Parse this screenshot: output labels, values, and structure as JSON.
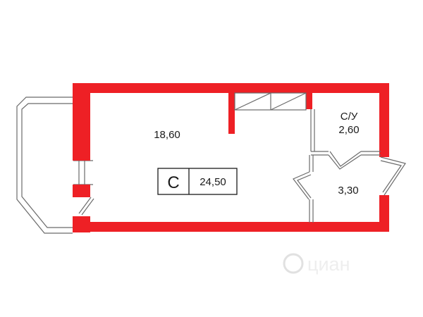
{
  "colors": {
    "wall": "#ee2025",
    "thin_line": "#6b6b6b",
    "text": "#1a1a1a",
    "watermark": "#c9c9c9"
  },
  "rooms": {
    "main_room_area": "18,60",
    "bathroom_label": "С/У",
    "bathroom_area": "2,60",
    "hallway_area": "3,30"
  },
  "apartment": {
    "type_letter": "С",
    "total_area": "24,50"
  },
  "watermark": {
    "text": "циан"
  }
}
